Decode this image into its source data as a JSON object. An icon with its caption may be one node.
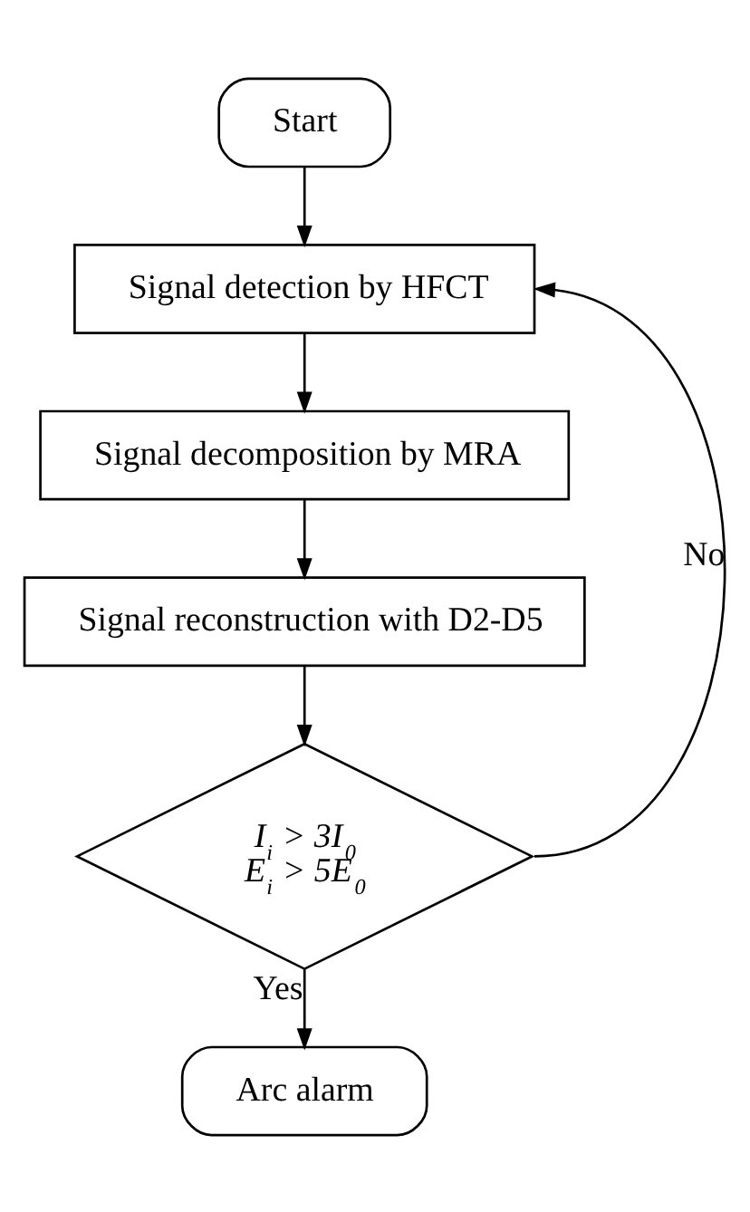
{
  "diagram": {
    "nodes": [
      {
        "text": [
          "Start"
        ]
      },
      {
        "text": [
          "Signal detection by HFCT"
        ]
      },
      {
        "text": [
          "Signal decomposition by MRA"
        ]
      },
      {
        "text": [
          "Signal reconstruction with D2-D5"
        ]
      },
      {
        "text": [
          "I$_{i}$ > 3I$_{0}$",
          "E$_{i}$ > 5E$_{0}$"
        ]
      },
      {
        "text": [
          "Arc alarm"
        ]
      }
    ],
    "edges": [
      {
        "from": 0,
        "to": 1,
        "arrow": "to"
      },
      {
        "from": 1,
        "to": 2,
        "arrow": "to"
      },
      {
        "from": 2,
        "to": 3,
        "arrow": "to"
      },
      {
        "from": 3,
        "to": 4,
        "arrow": "to"
      },
      {
        "from": 4,
        "to": 5,
        "arrow": "to",
        "label": "Yes"
      },
      {
        "from": 4,
        "to": 1,
        "arrow": "to",
        "label": "No"
      }
    ]
  }
}
